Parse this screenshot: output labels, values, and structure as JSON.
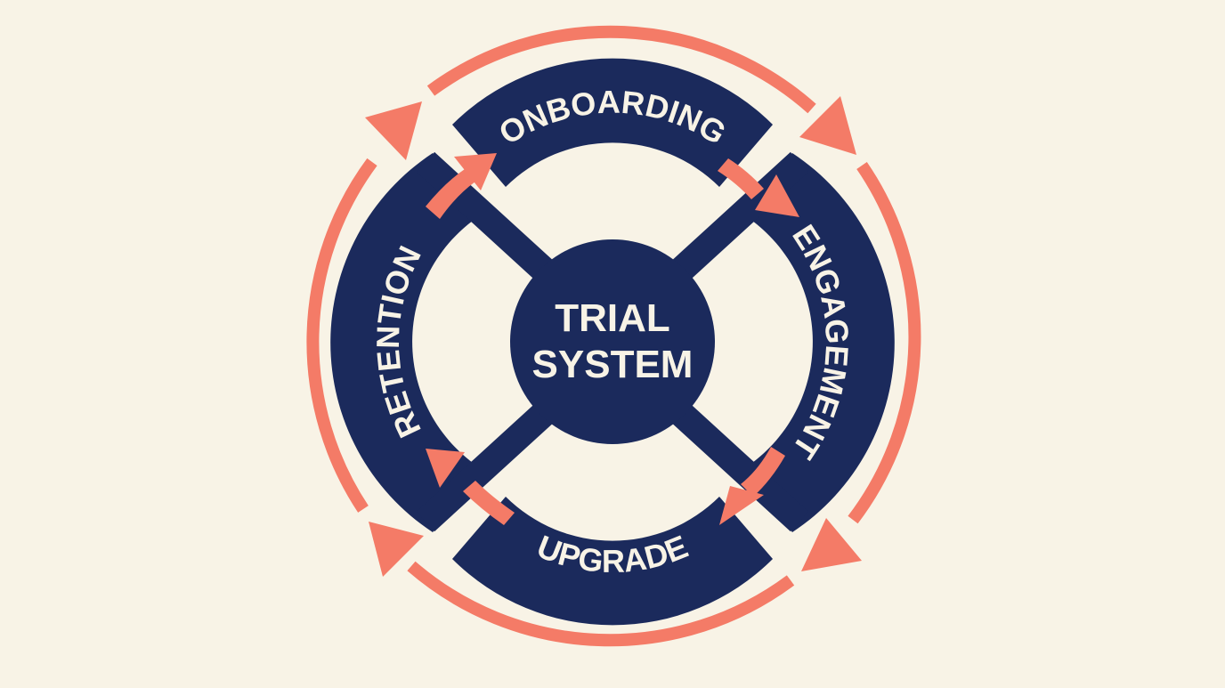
{
  "diagram": {
    "center": {
      "line1": "TRIAL",
      "line2": "SYSTEM"
    },
    "stages": [
      {
        "id": "onboarding",
        "label": "ONBOARDING"
      },
      {
        "id": "engagement",
        "label": "ENGAGEMENT"
      },
      {
        "id": "upgrade",
        "label": "UPGRADE"
      },
      {
        "id": "retention",
        "label": "RETENTION"
      }
    ],
    "flow_direction": "clockwise",
    "colors": {
      "background": "#f8f3e6",
      "ring": "#1b2a5c",
      "arrow": "#f47b67",
      "text": "#f8f3e6"
    }
  }
}
